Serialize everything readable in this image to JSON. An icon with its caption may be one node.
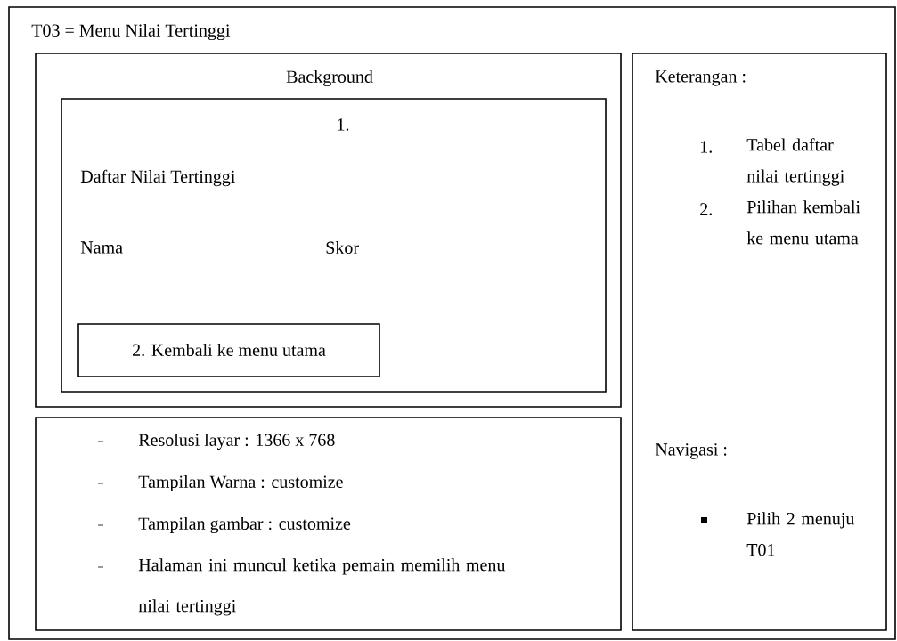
{
  "diagram": {
    "nodes": [
      {
        "text": [
          "T03 = Menu Nilai Tertinggi"
        ]
      },
      {
        "text": [
          "Background"
        ],
        "in": 0
      },
      {
        "text": [
          "1.",
          "Daftar Nilai Tertinggi",
          "Nama",
          "Skor"
        ],
        "in": 1
      },
      {
        "text": [
          "2. Kembali ke menu utama"
        ],
        "in": 2
      },
      {
        "text": [
          "Resolusi layar : 1366 x 768",
          "Tampilan Warna : customize",
          "Tampilan gambar : customize",
          "Halaman ini muncul ketika pemain memilih menu nilai tertinggi"
        ],
        "in": 0
      },
      {
        "text": [
          "Keterangan :",
          "1.",
          "Tabel daftar nilai tertinggi",
          "2.",
          "Pilihan kembali ke menu utama",
          "Navigasi  :",
          "Pilih 2 menuju T01"
        ],
        "in": 0
      }
    ]
  }
}
